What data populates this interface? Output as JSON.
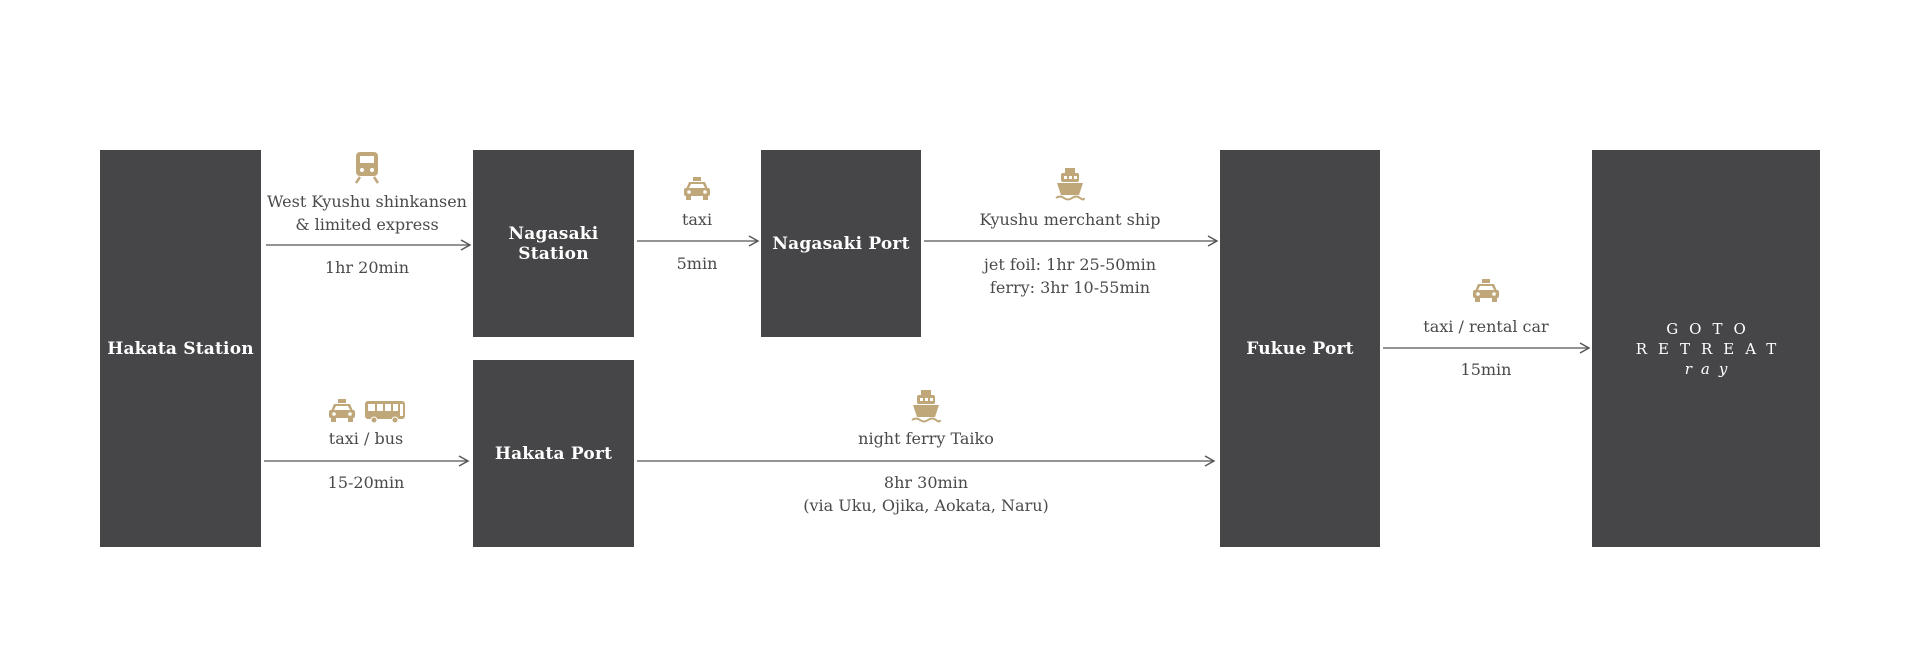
{
  "stations": {
    "hakata_station": "Hakata Station",
    "nagasaki_station": "Nagasaki Station",
    "nagasaki_port": "Nagasaki Port",
    "hakata_port": "Hakata Port",
    "fukue_port": "Fukue Port",
    "goto_retreat": {
      "line1": "GOTO",
      "line2": "RETREAT",
      "line3": "ray"
    }
  },
  "routes": {
    "shinkansen": {
      "mode_line1": "West Kyushu shinkansen",
      "mode_line2": "& limited express",
      "time": "1hr 20min",
      "icon": "train-icon"
    },
    "taxi_nagasaki": {
      "mode": "taxi",
      "time": "5min",
      "icon": "taxi-icon"
    },
    "merchant_ship": {
      "mode": "Kyushu merchant ship",
      "time_line1": "jet foil: 1hr 25-50min",
      "time_line2": "ferry: 3hr 10-55min",
      "icon": "ship-icon"
    },
    "taxi_bus": {
      "mode": "taxi / bus",
      "time": "15-20min",
      "icons": [
        "taxi-icon",
        "bus-icon"
      ]
    },
    "night_ferry": {
      "mode": "night ferry Taiko",
      "time_line1": "8hr 30min",
      "time_line2": "(via Uku, Ojika, Aokata, Naru)",
      "icon": "ship-icon"
    },
    "taxi_rental": {
      "mode": "taxi / rental car",
      "time": "15min",
      "icon": "taxi-icon"
    }
  },
  "colors": {
    "box": "#464649",
    "box_text": "#ffffff",
    "icon": "#bfa77a",
    "text": "#4a4a4a",
    "arrow": "#555555"
  }
}
